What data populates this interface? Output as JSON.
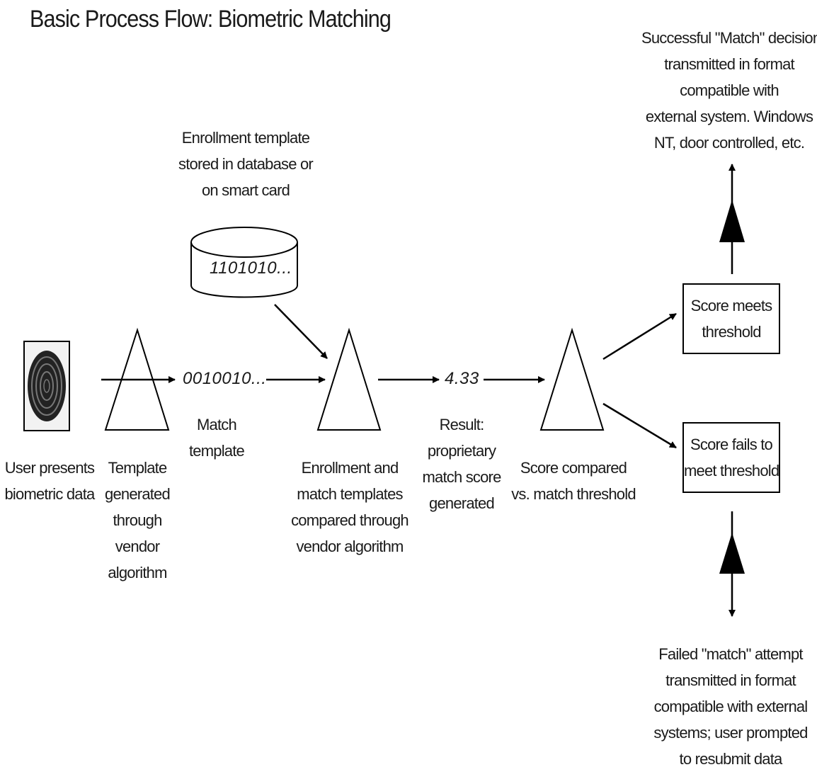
{
  "title": "Basic Process Flow: Biometric Matching",
  "labels": {
    "user": [
      "User presents",
      "biometric data"
    ],
    "template_gen": [
      "Template",
      "generated",
      "through",
      "vendor",
      "algorithm"
    ],
    "match_template": [
      "Match",
      "template"
    ],
    "enrollment_db": [
      "Enrollment template",
      "stored in database or",
      "on smart card"
    ],
    "compare": [
      "Enrollment and",
      "match templates",
      "compared through",
      "vendor algorithm"
    ],
    "result": [
      "Result:",
      "proprietary",
      "match score",
      "generated"
    ],
    "threshold": [
      "Score compared",
      "vs. match threshold"
    ],
    "success": [
      "Successful \"Match\" decision",
      "transmitted in format",
      "compatible with",
      "external system. Windows",
      "NT, door controlled, etc."
    ],
    "failed": [
      "Failed \"match\" attempt",
      "transmitted in format",
      "compatible with external",
      "systems; user prompted",
      "to resubmit data"
    ]
  },
  "codes": {
    "db_value": "1101010...",
    "match_value": "0010010...",
    "score": "4.33"
  },
  "boxes": {
    "meets": [
      "Score meets",
      "threshold"
    ],
    "fails": [
      "Score fails to",
      "meet threshold"
    ]
  }
}
